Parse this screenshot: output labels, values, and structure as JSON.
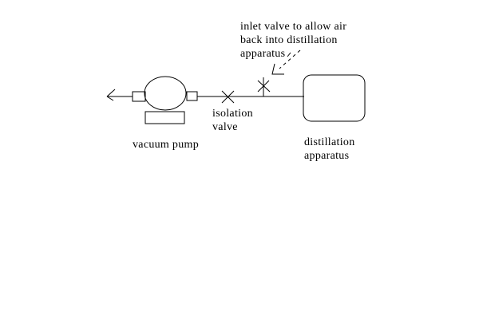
{
  "diagram": {
    "type": "hand-drawn schematic",
    "background_color": "#ffffff",
    "stroke_color": "#000000",
    "labels": {
      "inlet_note": {
        "lines": [
          "inlet valve to allow air",
          "back into distillation",
          "apparatus"
        ]
      },
      "isolation_valve": {
        "lines": [
          "isolation",
          "valve"
        ]
      },
      "vacuum_pump": {
        "lines": [
          "vacuum pump"
        ]
      },
      "distillation_apparatus": {
        "lines": [
          "distillation",
          "apparatus"
        ]
      }
    },
    "symbols": {
      "exhaust_outlet": "left-arrow-icon",
      "isolation_valve": "x-valve-icon",
      "inlet_valve": "star-valve-icon",
      "annotation_pointer": "dashed-arrow-down-left-icon",
      "vacuum_pump_body": "ellipse-with-ports-and-base",
      "distillation_apparatus_body": "rounded-rectangle"
    }
  }
}
